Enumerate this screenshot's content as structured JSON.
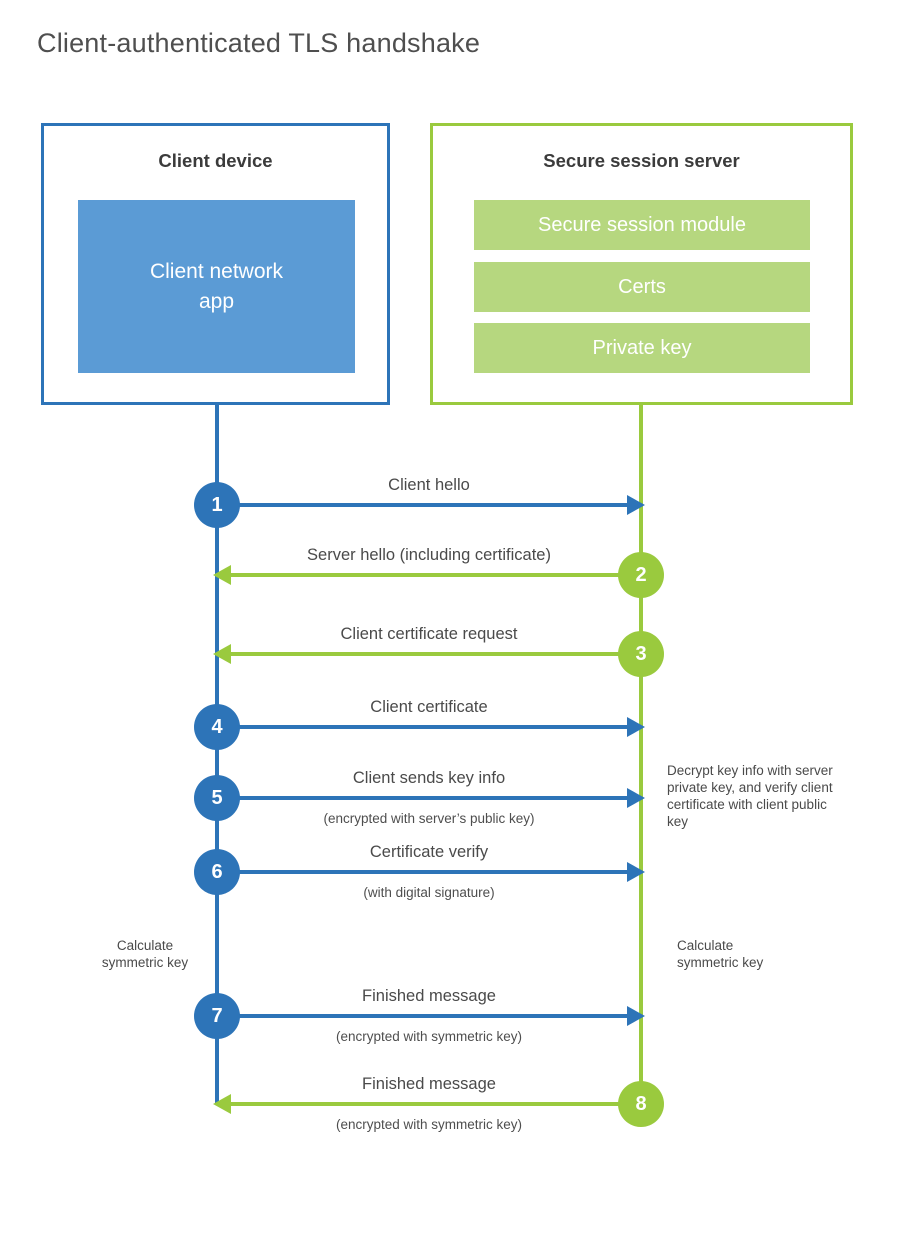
{
  "title": "Client-authenticated TLS handshake",
  "colors": {
    "client_accent": "#2d74b8",
    "client_fill": "#5b9bd5",
    "server_accent": "#9aca3e",
    "server_fill": "#b6d77f",
    "text": "#4a4a4a"
  },
  "client": {
    "title": "Client device",
    "app_label": "Client network\napp"
  },
  "server": {
    "title": "Secure session server",
    "modules": [
      "Secure session module",
      "Certs",
      "Private key"
    ]
  },
  "messages": [
    {
      "num": "1",
      "label": "Client hello",
      "dir": "client-to-server"
    },
    {
      "num": "2",
      "label": "Server hello (including certificate)",
      "dir": "server-to-client"
    },
    {
      "num": "3",
      "label": "Client certificate request",
      "dir": "server-to-client"
    },
    {
      "num": "4",
      "label": "Client certificate",
      "dir": "client-to-server"
    },
    {
      "num": "5",
      "label": "Client sends key info",
      "sub": "(encrypted with server’s public key)",
      "dir": "client-to-server"
    },
    {
      "num": "6",
      "label": "Certificate verify",
      "sub": "(with digital signature)",
      "dir": "client-to-server"
    },
    {
      "num": "7",
      "label": "Finished message",
      "sub": "(encrypted with symmetric key)",
      "dir": "client-to-server"
    },
    {
      "num": "8",
      "label": "Finished message",
      "sub": "(encrypted with symmetric key)",
      "dir": "server-to-client"
    }
  ],
  "notes": {
    "decrypt": "Decrypt key info with server private key, and verify client certificate with client public key",
    "calc_left": "Calculate\nsymmetric key",
    "calc_right": "Calculate\nsymmetric key"
  }
}
